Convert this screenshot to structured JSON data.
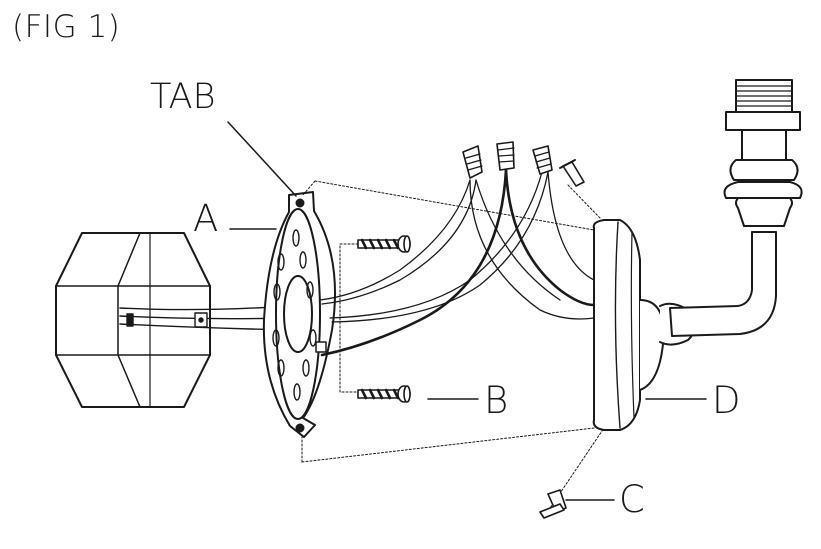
{
  "figure": {
    "title": "(FIG 1)",
    "labels": {
      "tab": "TAB",
      "a": "A",
      "b": "B",
      "c": "C",
      "d": "D"
    }
  },
  "colors": {
    "ink": "#1a1a1a",
    "background": "#ffffff"
  }
}
